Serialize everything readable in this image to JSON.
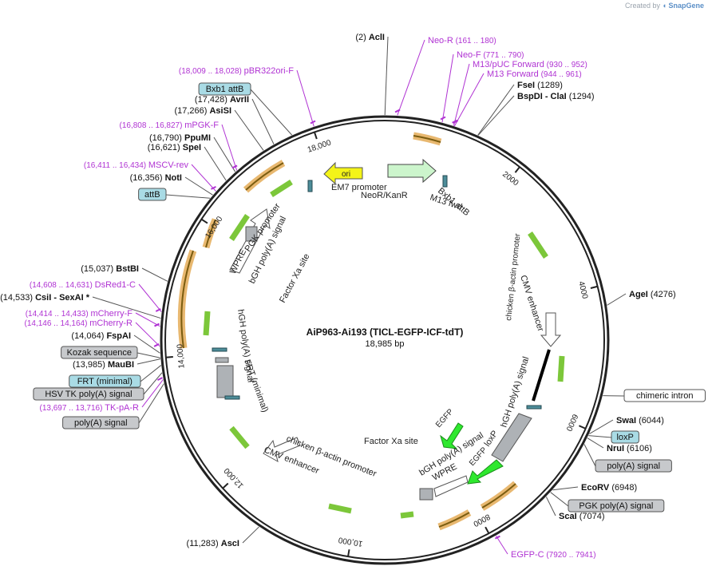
{
  "credit": {
    "prefix": "Created by",
    "brand": "SnapGene"
  },
  "plasmid": {
    "name": "AiP963-Ai193 (TICL-EGFP-ICF-tdT)",
    "length": "18,985 bp",
    "total_bp": 18985
  },
  "colors": {
    "primer": "#b033d3",
    "feature_green": "#7cc73a",
    "orange": "#e0a040",
    "label_box": "#a9dbe5",
    "grey_box": "#c7c9cc",
    "ring": "#222222"
  },
  "ticks": [
    {
      "label": "2000",
      "pos": 2000
    },
    {
      "label": "4000",
      "pos": 4000
    },
    {
      "label": "6000",
      "pos": 6000
    },
    {
      "label": "8000",
      "pos": 8000
    },
    {
      "label": "10,000",
      "pos": 10000
    },
    {
      "label": "12,000",
      "pos": 12000
    },
    {
      "label": "14,000",
      "pos": 14000
    },
    {
      "label": "16,000",
      "pos": 16000
    },
    {
      "label": "18,000",
      "pos": 18000
    }
  ],
  "sites": [
    {
      "name": "AclI",
      "coord": "(2)",
      "pos": 2
    },
    {
      "name": "FseI",
      "coord": "(1289)",
      "pos": 1289
    },
    {
      "name": "BspDI",
      "extra": "ClaI",
      "coord": "(1294)",
      "pos": 1294
    },
    {
      "name": "AgeI",
      "coord": "(4276)",
      "pos": 4276
    },
    {
      "name": "SwaI",
      "coord": "(6044)",
      "pos": 6044
    },
    {
      "name": "NruI",
      "coord": "(6106)",
      "pos": 6106
    },
    {
      "name": "EcoRV",
      "coord": "(6948)",
      "pos": 6948
    },
    {
      "name": "ScaI",
      "coord": "(7074)",
      "pos": 7074
    },
    {
      "name": "AscI",
      "coord": "(11,283)",
      "pos": 11283
    },
    {
      "name": "MauBI",
      "coord": "(13,985)",
      "pos": 13985
    },
    {
      "name": "FspAI",
      "coord": "(14,064)",
      "pos": 14064
    },
    {
      "name": "CsiI",
      "extra": "SexAI",
      "star": "*",
      "coord": "(14,533)",
      "pos": 14533
    },
    {
      "name": "BstBI",
      "coord": "(15,037)",
      "pos": 15037
    },
    {
      "name": "NotI",
      "coord": "(16,356)",
      "pos": 16356
    },
    {
      "name": "SpeI",
      "coord": "(16,621)",
      "pos": 16621
    },
    {
      "name": "PpuMI",
      "coord": "(16,790)",
      "pos": 16790
    },
    {
      "name": "AsiSI",
      "coord": "(17,266)",
      "pos": 17266
    },
    {
      "name": "AvrII",
      "coord": "(17,428)",
      "pos": 17428
    }
  ],
  "primers": [
    {
      "name": "Neo-R",
      "coord": "(161 .. 180)",
      "pos": 170
    },
    {
      "name": "Neo-F",
      "coord": "(771 .. 790)",
      "pos": 780
    },
    {
      "name": "M13/pUC Forward",
      "coord": "(930 .. 952)",
      "pos": 941
    },
    {
      "name": "M13 Forward",
      "coord": "(944 .. 961)",
      "pos": 952
    },
    {
      "name": "EGFP-C",
      "coord": "(7920 .. 7941)",
      "pos": 7930
    },
    {
      "name": "TK-pA-R",
      "coord": "(13,697 .. 13,716)",
      "pos": 13706
    },
    {
      "name": "mCherry-R",
      "coord": "(14,146 .. 14,164)",
      "pos": 14155
    },
    {
      "name": "mCherry-F",
      "coord": "(14,414 .. 14,433)",
      "pos": 14423
    },
    {
      "name": "DsRed1-C",
      "coord": "(14,608 .. 14,631)",
      "pos": 14620
    },
    {
      "name": "MSCV-rev",
      "coord": "(16,411 .. 16,434)",
      "pos": 16422
    },
    {
      "name": "mPGK-F",
      "coord": "(16,808 .. 16,827)",
      "pos": 16818
    },
    {
      "name": "pBR322ori-F",
      "coord": "(18,009 .. 18,028)",
      "pos": 18018
    }
  ],
  "boxed_labels": [
    {
      "name": "Bxb1 attB",
      "style": "blue",
      "pos": 17700
    },
    {
      "name": "attB",
      "style": "blue",
      "pos": 16300
    },
    {
      "name": "Kozak sequence",
      "style": "grey",
      "pos": 14000
    },
    {
      "name": "FRT (minimal)",
      "style": "blue",
      "pos": 13900
    },
    {
      "name": "HSV TK poly(A) signal",
      "style": "grey",
      "pos": 13800
    },
    {
      "name": "poly(A) signal",
      "style": "grey",
      "pos": 13650
    },
    {
      "name": "chimeric intron",
      "style": "white",
      "pos": 5500
    },
    {
      "name": "loxP",
      "style": "blue",
      "pos": 6070
    },
    {
      "name": "poly(A) signal",
      "style": "grey",
      "pos": 6200
    },
    {
      "name": "PGK poly(A) signal",
      "style": "grey",
      "pos": 6990
    }
  ],
  "inner_labels": [
    "ori",
    "EM7 promoter",
    "NeoR/KanR",
    "Bxb1 attB",
    "M13 fwd",
    "PGK promoter",
    "bGH poly(A) signal",
    "WPRE",
    "Factor Xa site",
    "CMV enhancer",
    "chicken β-actin promoter",
    "hGH poly(A) signal",
    "FRT (minimal)",
    "chicken β-actin promoter",
    "CMV enhancer",
    "EGFP",
    "Factor Xa site",
    "bGH poly(A) signal",
    "WPRE",
    "EGFP",
    "loxP",
    "hGH poly(A) signal"
  ]
}
